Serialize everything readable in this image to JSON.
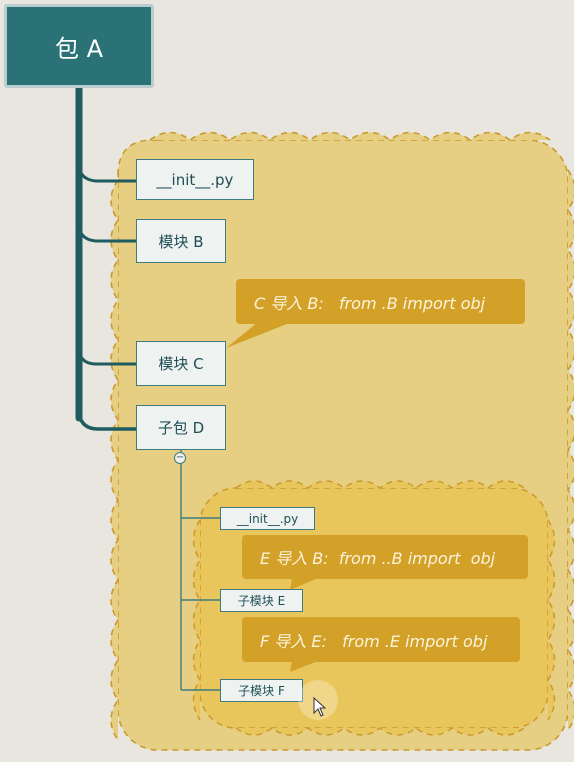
{
  "root": {
    "label": "包 A"
  },
  "children": {
    "init": "__init__.py",
    "module_b": "模块 B",
    "module_c": "模块 C",
    "subpackage_d": "子包 D"
  },
  "subpackage": {
    "init": "__init__.py",
    "submodule_e": "子模块 E",
    "submodule_f": "子模块 F"
  },
  "callouts": {
    "c_imports_b": "C 导入 B:   from .B import obj",
    "e_imports_b": "E 导入 B:  from ..B import  obj",
    "f_imports_e": "F 导入 E:   from .E import obj"
  },
  "colors": {
    "root_fill": "#2b7276",
    "connector": "#1f5b60",
    "outer_cloud": "#e6cf82",
    "inner_cloud": "#e9c65c",
    "callout": "#d3a128",
    "cloud_border": "#c99a2e"
  },
  "icons": {
    "collapse_toggle": "minus-circle-icon",
    "cursor": "mouse-pointer-icon"
  }
}
